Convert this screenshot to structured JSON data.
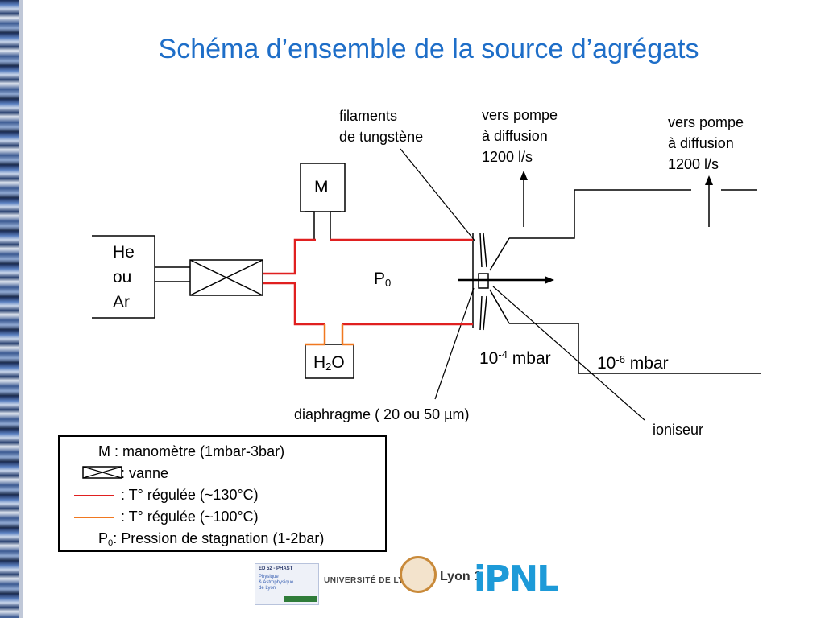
{
  "title": "Schéma d’ensemble de la source d’agrégats",
  "labels": {
    "filaments": [
      "filaments",
      "de tungstène"
    ],
    "pump1": [
      "vers pompe",
      "à diffusion",
      "1200 l/s"
    ],
    "pump2": [
      "vers pompe",
      "à diffusion",
      "1200 l/s"
    ],
    "gas": [
      "He",
      "ou",
      "Ar"
    ],
    "manometer": "M",
    "water": {
      "base": "H",
      "sub": "2",
      "tail": "O"
    },
    "stagnation": {
      "base": "P",
      "sub": "0"
    },
    "pressure1": {
      "base": "10",
      "sup": "-4",
      "unit": " mbar"
    },
    "pressure2": {
      "base": "10",
      "sup": "-6",
      "unit": " mbar"
    },
    "diaphragm": "diaphragme ( 20 ou 50 µm)",
    "ionizer": "ioniseur"
  },
  "legend": {
    "manometer": "M : manomètre (1mbar-3bar)",
    "valve": ": vanne",
    "red_line": ": T° régulée (~130°C)",
    "orange_line": ": T° régulée (~100°C)",
    "p0_base": "P",
    "p0_sub": "0",
    "p0_text": ": Pression de stagnation (1-2bar)"
  },
  "colors": {
    "title": "#1e6ec8",
    "red": "#e02020",
    "orange": "#f07820"
  },
  "logos": {
    "phast_header": "ED 52 - PHAST",
    "phast_body": "Physique\n& Astrophysique\nde Lyon",
    "udl": "UNIVERSITÉ DE LYON",
    "lyon1": "Lyon 1",
    "ipnl": "iPNL"
  }
}
